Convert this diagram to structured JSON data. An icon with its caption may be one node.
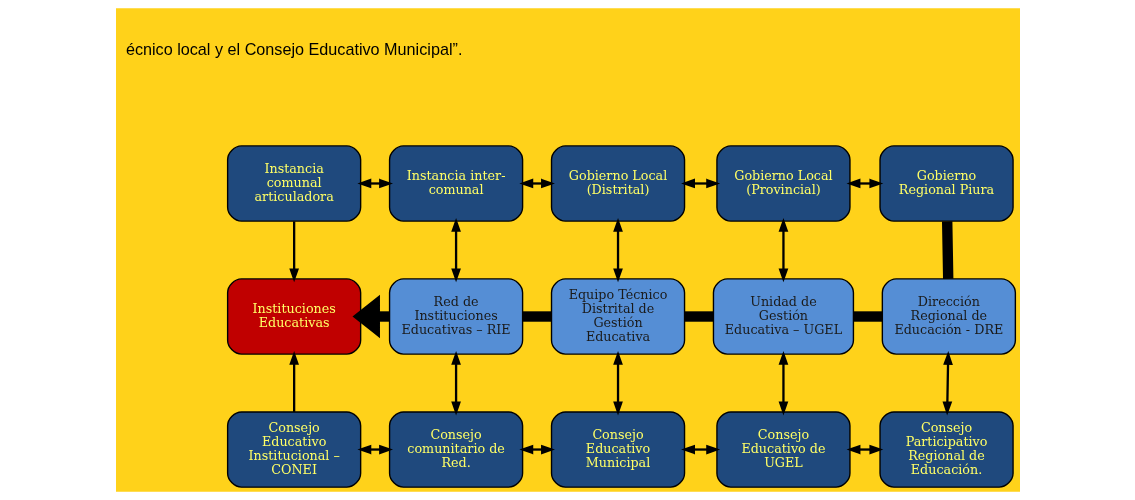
{
  "diagram": {
    "nodes": [
      {
        "text": [
          "Instancia comunal articuladora"
        ]
      },
      {
        "text": [
          "Instancia inter- comunal"
        ]
      },
      {
        "text": [
          "Gobierno Local (Distrital)"
        ]
      },
      {
        "text": [
          "Gobierno Local (Provincial)"
        ]
      },
      {
        "text": [
          "Gobierno Regional Piura"
        ]
      },
      {
        "text": [
          "Instituciones Educativas"
        ]
      },
      {
        "text": [
          "Red de Instituciones Educativas – RIE"
        ]
      },
      {
        "text": [
          "Equipo Técnico Distrital de Gestión Educativa"
        ]
      },
      {
        "text": [
          "Unidad de Gestión Educativa – UGEL"
        ]
      },
      {
        "text": [
          "Dirección Regional de Educación - DRE"
        ]
      },
      {
        "text": [
          "Consejo Educativo Institucional – CONEI"
        ]
      },
      {
        "text": [
          "Consejo comunitario de Red."
        ]
      },
      {
        "text": [
          "Consejo Educativo Municipal"
        ]
      },
      {
        "text": [
          "Consejo Educativo de UGEL"
        ]
      },
      {
        "text": [
          "Consejo Participativo Regional de Educación."
        ]
      }
    ],
    "edges": [
      {
        "from": 0,
        "to": 1,
        "arrow": "both"
      },
      {
        "from": 1,
        "to": 2,
        "arrow": "both"
      },
      {
        "from": 2,
        "to": 3,
        "arrow": "both"
      },
      {
        "from": 3,
        "to": 4,
        "arrow": "both"
      },
      {
        "from": 0,
        "to": 5,
        "arrow": "to"
      },
      {
        "from": 1,
        "to": 6,
        "arrow": "both"
      },
      {
        "from": 2,
        "to": 7,
        "arrow": "both"
      },
      {
        "from": 3,
        "to": 8,
        "arrow": "both"
      },
      {
        "from": 4,
        "to": 9,
        "arrow": "none",
        "style": "thick"
      },
      {
        "from": 9,
        "to": 8,
        "arrow": "none",
        "style": "thick"
      },
      {
        "from": 8,
        "to": 7,
        "arrow": "none",
        "style": "thick"
      },
      {
        "from": 7,
        "to": 6,
        "arrow": "none",
        "style": "thick"
      },
      {
        "from": 6,
        "to": 5,
        "arrow": "to",
        "style": "thick"
      },
      {
        "from": 6,
        "to": 11,
        "arrow": "both"
      },
      {
        "from": 7,
        "to": 12,
        "arrow": "both"
      },
      {
        "from": 8,
        "to": 13,
        "arrow": "both"
      },
      {
        "from": 9,
        "to": 14,
        "arrow": "both"
      },
      {
        "from": 10,
        "to": 5,
        "arrow": "to"
      },
      {
        "from": 10,
        "to": 11,
        "arrow": "both"
      },
      {
        "from": 11,
        "to": 12,
        "arrow": "both"
      },
      {
        "from": 12,
        "to": 13,
        "arrow": "both"
      },
      {
        "from": 13,
        "to": 14,
        "arrow": "both"
      }
    ],
    "labels": [
      "écnico local y el Consejo Educativo Municipal”."
    ]
  }
}
